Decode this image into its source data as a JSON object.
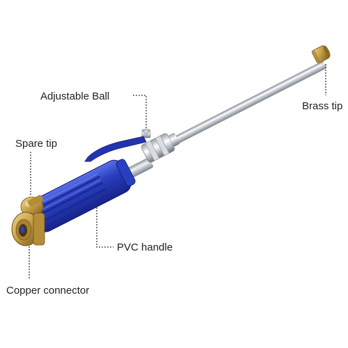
{
  "image": {
    "background": "#ffffff",
    "subject": "garden hose high-pressure jet wand"
  },
  "labels": {
    "adjustable_ball": "Adjustable Ball",
    "brass_tip": "Brass tip",
    "spare_tip": "Spare tip",
    "pvc_handle": "PVC handle",
    "copper_connector": "Copper connector"
  },
  "colors": {
    "label_text": "#222222",
    "leader_line": "#333333",
    "handle_blue": "#2a3fbf",
    "lever_blue": "#2233b0",
    "brass": "#c9a24a",
    "steel": "#c8cdd3"
  }
}
